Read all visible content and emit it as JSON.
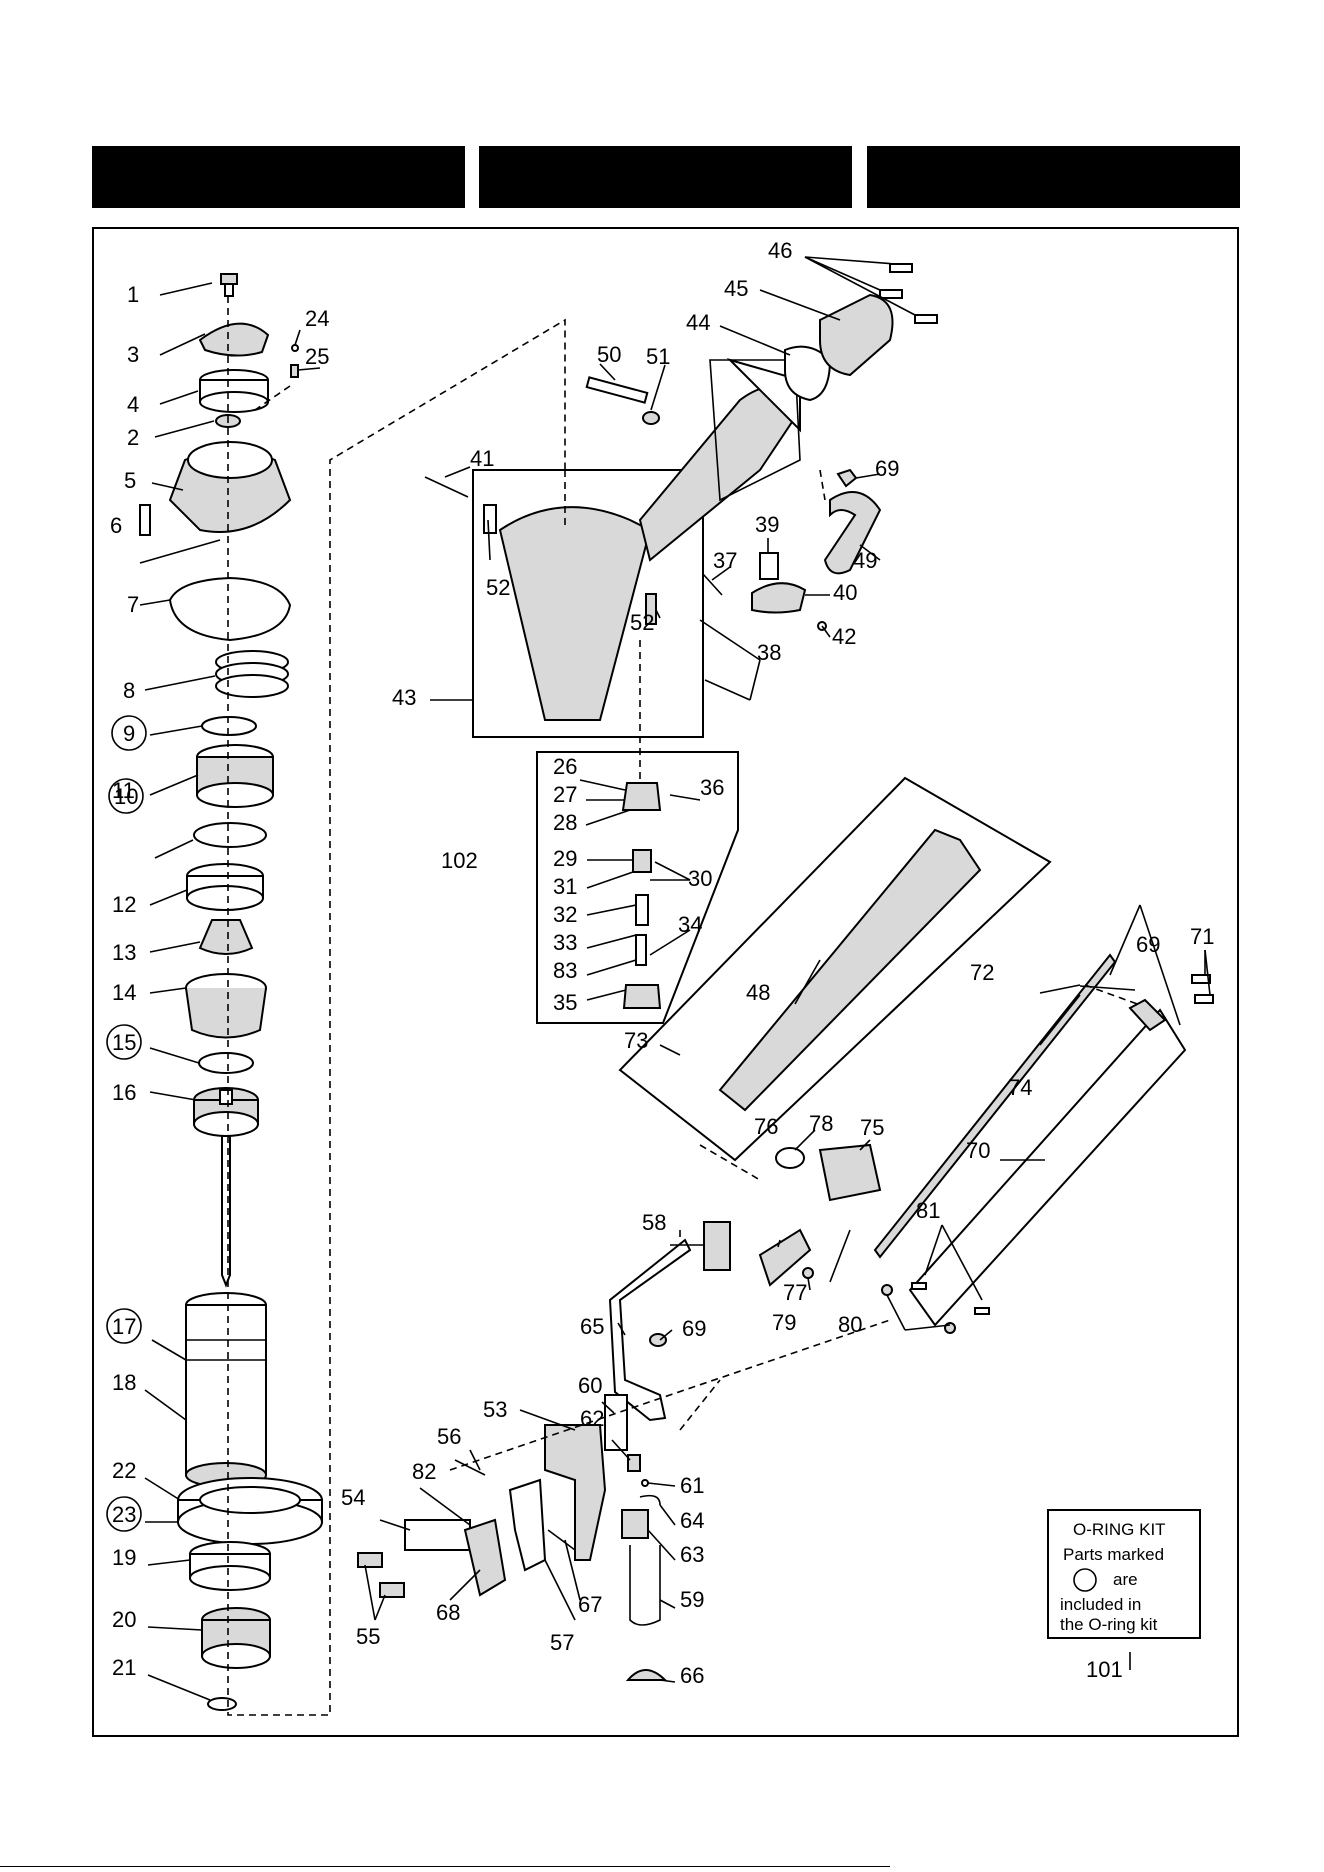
{
  "header_bars": [
    "",
    "",
    ""
  ],
  "labels": [
    "1",
    "2",
    "3",
    "4",
    "5",
    "6",
    "7",
    "8",
    "9",
    "10",
    "11",
    "12",
    "13",
    "14",
    "15",
    "16",
    "17",
    "18",
    "19",
    "20",
    "21",
    "22",
    "23",
    "24",
    "25",
    "26",
    "27",
    "28",
    "29",
    "30",
    "31",
    "32",
    "33",
    "34",
    "35",
    "36",
    "37",
    "38",
    "39",
    "40",
    "41",
    "42",
    "43",
    "44",
    "45",
    "46",
    "48",
    "49",
    "50",
    "51",
    "52",
    "52",
    "53",
    "54",
    "55",
    "56",
    "57",
    "58",
    "59",
    "60",
    "61",
    "62",
    "63",
    "64",
    "65",
    "66",
    "67",
    "68",
    "69",
    "69",
    "69",
    "70",
    "71",
    "72",
    "73",
    "74",
    "75",
    "76",
    "77",
    "78",
    "79",
    "80",
    "81",
    "82",
    "83",
    "101",
    "102"
  ],
  "o_ring_parts": [
    "9",
    "10",
    "15",
    "17",
    "23"
  ],
  "legend": {
    "title": "O-RING KIT",
    "line1": "Parts marked",
    "line2": "are",
    "line3": "included  in",
    "line4": "the O-ring kit",
    "number": "101"
  }
}
